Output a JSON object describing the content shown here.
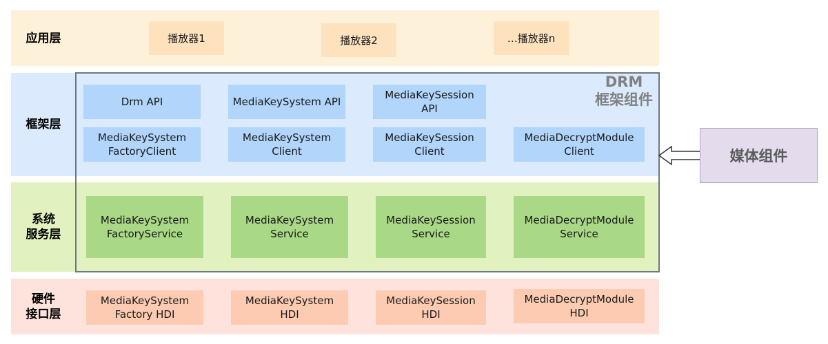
{
  "layers": {
    "app": "应用层",
    "framework": "框架层",
    "service": "系统\n服务层",
    "hardware": "硬件\n接口层"
  },
  "app_boxes": [
    "播放器1",
    "播放器2",
    "…播放器n"
  ],
  "framework_boxes": {
    "row1": [
      "Drm API",
      "MediaKeySystem API",
      "MediaKeySession API"
    ],
    "row2": [
      "MediaKeySystem\nFactoryClient",
      "MediaKeySystem\nClient",
      "MediaKeySession\nClient",
      "MediaDecryptModule\nClient"
    ]
  },
  "service_boxes": [
    "MediaKeySystem\nFactoryService",
    "MediaKeySystem\nService",
    "MediaKeySession\nService",
    "MediaDecryptModule\nService"
  ],
  "hdi_boxes": [
    "MediaKeySystem\nFactory HDI",
    "MediaKeySystem\nHDI",
    "MediaKeySession\nHDI",
    "MediaDecryptModule\nHDI"
  ],
  "drm_frame_label": "DRM\n框架组件",
  "media_component": "媒体组件",
  "colors": {
    "app_band": "#fdf1d9",
    "framework_band": "#dbeafd",
    "service_band": "#e1f2c0",
    "hdi_band": "#fde3dc",
    "arrow_fill": "#ffffff",
    "arrow_stroke": "#333333"
  }
}
